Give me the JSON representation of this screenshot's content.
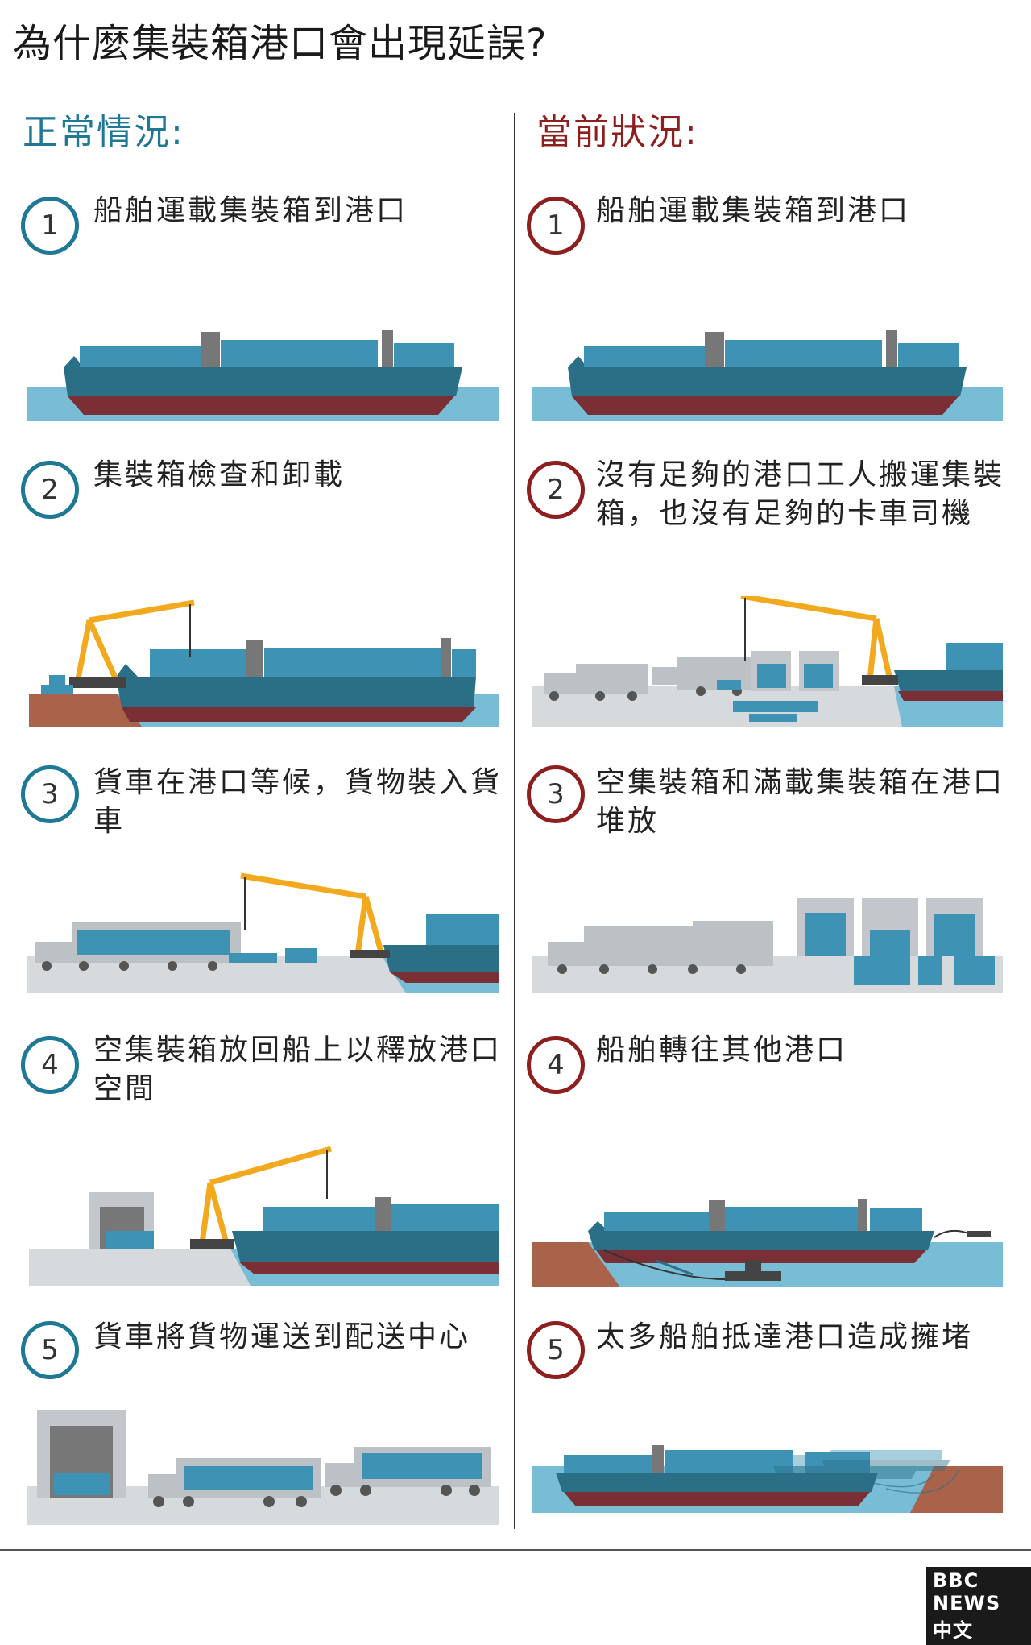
{
  "title": "為什麼集裝箱港口會出現延誤?",
  "normal": {
    "heading": "正常情況:",
    "steps": [
      {
        "number": "1",
        "text": "船舶運載集裝箱到港口"
      },
      {
        "number": "2",
        "text": "集裝箱檢查和卸載"
      },
      {
        "number": "3",
        "text": "貨車在港口等候，貨物裝入貨車"
      },
      {
        "number": "4",
        "text": "空集裝箱放回船上以釋放港口空間"
      },
      {
        "number": "5",
        "text": "貨車將貨物運送到配送中心"
      }
    ]
  },
  "current": {
    "heading": "當前狀況:",
    "steps": [
      {
        "number": "1",
        "text": "船舶運載集裝箱到港口"
      },
      {
        "number": "2",
        "text": "沒有足夠的港口工人搬運集裝箱，也沒有足夠的卡車司機"
      },
      {
        "number": "3",
        "text": "空集裝箱和滿載集裝箱在港口堆放"
      },
      {
        "number": "4",
        "text": "船舶轉往其他港口"
      },
      {
        "number": "5",
        "text": "太多船舶抵達港口造成擁堵"
      }
    ]
  },
  "logo": "BBC NEWS 中文",
  "colors": {
    "normal_accent": "#1e7896",
    "current_accent": "#8e1f1f",
    "water": "#79bcd6",
    "hull": "#7a2f35",
    "ship": "#2a6f86",
    "container": "#3e93b5",
    "crane": "#f2a91e",
    "land": "#a9634a",
    "ground": "#d7dadd"
  }
}
